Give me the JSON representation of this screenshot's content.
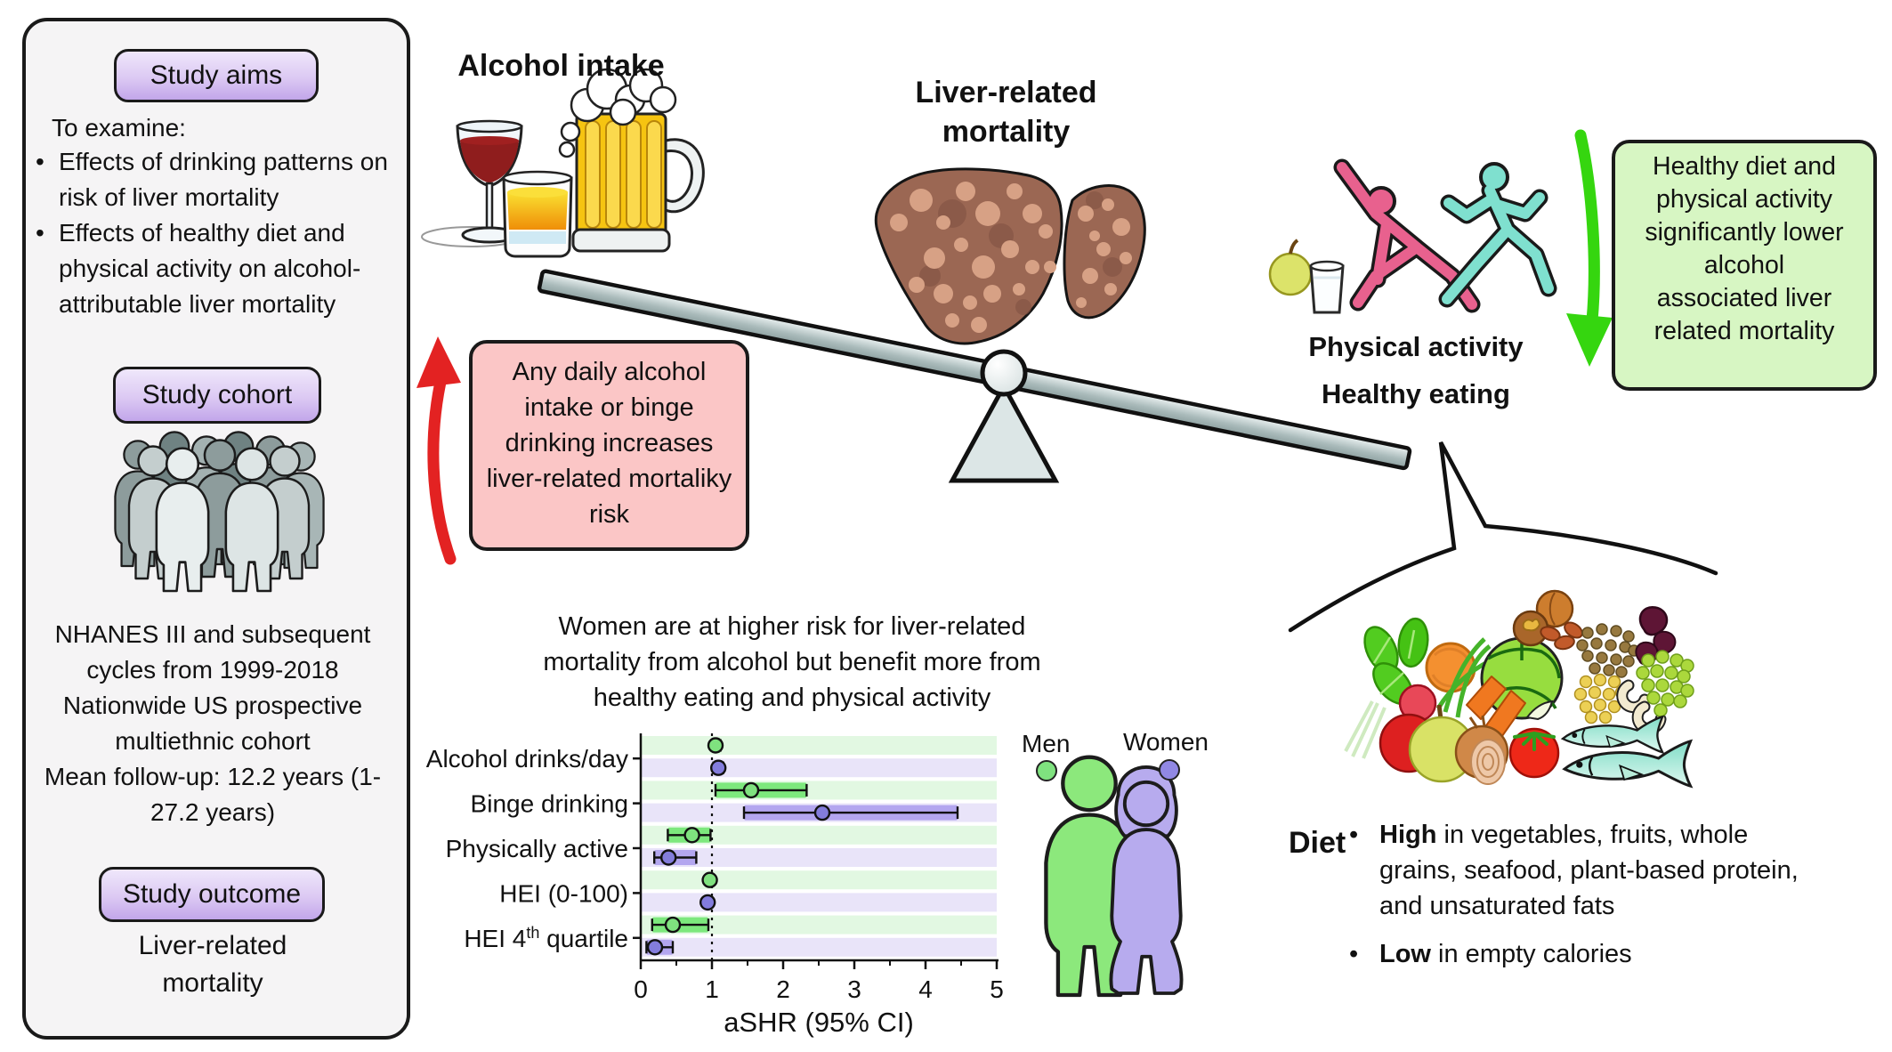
{
  "panel": {
    "aims_badge": "Study aims",
    "aims_intro": "To examine:",
    "aims_bullets": [
      "Effects of drinking patterns on risk of liver mortality",
      "Effects of healthy diet and physical activity on alcohol-attributable liver mortality"
    ],
    "cohort_badge": "Study cohort",
    "cohort_lines": [
      "NHANES III and subsequent cycles from 1999-2018",
      "Nationwide US prospective multiethnic cohort",
      "Mean follow-up: 12.2 years (1-27.2 years)"
    ],
    "outcome_badge": "Study outcome",
    "outcome_text": "Liver-related mortality"
  },
  "scene": {
    "alcohol_title": "Alcohol intake",
    "liver_title": "Liver-related mortality",
    "risk_note": "Any daily alcohol intake or binge drinking increases liver-related mortaliky risk",
    "benefit_note": "Healthy diet and physical activity significantly lower alcohol associated liver related mortality",
    "activity_label": "Physical activity",
    "eating_label": "Healthy eating",
    "accent_red": "#e32222",
    "accent_green": "#35d60f"
  },
  "diet": {
    "label": "Diet",
    "bullets": [
      {
        "lead": "High",
        "rest": " in vegetables, fruits, whole grains, seafood, plant-based protein, and unsaturated fats"
      },
      {
        "lead": "Low",
        "rest": " in empty calories"
      }
    ]
  },
  "chart_data": {
    "type": "forest",
    "title": "Women are at higher risk for liver-related mortality from alcohol but benefit more from healthy eating and physical activity",
    "xlabel": "aSHR (95% CI)",
    "xlim": [
      0,
      5
    ],
    "xticks": [
      0,
      1,
      2,
      3,
      4,
      5
    ],
    "reference_line": 1,
    "grid": false,
    "legend_position": "right",
    "categories": [
      "Alcohol drinks/day",
      "Binge drinking",
      "Physically active",
      "HEI (0-100)",
      "HEI 4th quartile"
    ],
    "series": [
      {
        "name": "Men",
        "point_color": "#7fe27f",
        "band_color": "#7de87d",
        "stripe_color": "#e2f8e2",
        "values": [
          1.05,
          1.55,
          0.72,
          0.97,
          0.45
        ],
        "ci_low": [
          1.0,
          1.05,
          0.38,
          0.93,
          0.16
        ],
        "ci_high": [
          1.12,
          2.33,
          0.98,
          1.01,
          0.95
        ]
      },
      {
        "name": "Women",
        "point_color": "#837cdc",
        "band_color": "#b3a6ef",
        "stripe_color": "#e9e4f9",
        "values": [
          1.09,
          2.55,
          0.39,
          0.94,
          0.2
        ],
        "ci_low": [
          1.02,
          1.45,
          0.19,
          0.89,
          0.08
        ],
        "ci_high": [
          1.16,
          4.45,
          0.78,
          0.99,
          0.45
        ]
      }
    ]
  }
}
